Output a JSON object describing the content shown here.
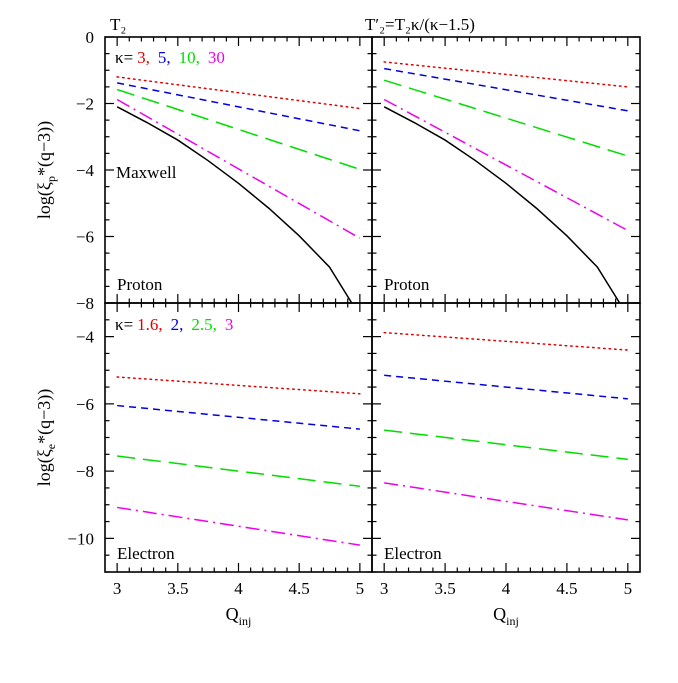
{
  "chart_data": {
    "type": "line",
    "layout": "2x2 panel grid, shared x axis",
    "x_label": "Q",
    "x_label_sub": "inj",
    "xlim": [
      2.9,
      5.1
    ],
    "x_ticks": [
      3,
      3.5,
      4,
      4.5,
      5
    ],
    "x_tick_labels": [
      "3",
      "3.5",
      "4",
      "4.5",
      "5"
    ],
    "column_titles": [
      "T₂",
      "T′₂=T₂κ/(κ−1.5)"
    ],
    "rows": [
      {
        "ylabel_prefix": "log(ξ",
        "ylabel_sub": "p",
        "ylabel_suffix": "*(q−3))",
        "ylim": [
          -8,
          0
        ],
        "y_ticks": [
          0,
          -2,
          -4,
          -6,
          -8
        ],
        "y_tick_labels": [
          "0",
          "−2",
          "−4",
          "−6",
          "−8"
        ],
        "panel_label": "Proton",
        "kappa_prefix": "κ=",
        "kappa_values": [
          "3,",
          "5,",
          "10,",
          "30"
        ],
        "maxwell_label": "Maxwell"
      },
      {
        "ylabel_prefix": "log(ξ",
        "ylabel_sub": "e",
        "ylabel_suffix": "*(q−3))",
        "ylim": [
          -11,
          -3
        ],
        "y_ticks": [
          -4,
          -6,
          -8,
          -10
        ],
        "y_tick_labels": [
          "−4",
          "−6",
          "−8",
          "−10"
        ],
        "panel_label": "Electron",
        "kappa_prefix": "κ=",
        "kappa_values": [
          "1.6,",
          "2,",
          "2.5,",
          "3"
        ]
      }
    ],
    "panels": [
      {
        "row": 0,
        "col": 0,
        "series": [
          {
            "color": "#e00000",
            "dash": "dotted",
            "points": [
              [
                3,
                -1.2
              ],
              [
                5,
                -2.15
              ]
            ]
          },
          {
            "color": "#0000e0",
            "dash": "short-dash",
            "points": [
              [
                3,
                -1.38
              ],
              [
                5,
                -2.82
              ]
            ]
          },
          {
            "color": "#00dd00",
            "dash": "long-dash",
            "points": [
              [
                3,
                -1.58
              ],
              [
                5,
                -3.98
              ]
            ]
          },
          {
            "color": "#ee00ee",
            "dash": "dash-dot",
            "points": [
              [
                3,
                -1.88
              ],
              [
                5,
                -6.05
              ]
            ]
          },
          {
            "color": "#000000",
            "dash": "solid",
            "points": [
              [
                3,
                -2.1
              ],
              [
                3.25,
                -2.58
              ],
              [
                3.5,
                -3.1
              ],
              [
                3.75,
                -3.72
              ],
              [
                4,
                -4.4
              ],
              [
                4.25,
                -5.15
              ],
              [
                4.5,
                -5.98
              ],
              [
                4.75,
                -6.92
              ],
              [
                4.93,
                -7.98
              ]
            ]
          }
        ]
      },
      {
        "row": 0,
        "col": 1,
        "series": [
          {
            "color": "#e00000",
            "dash": "dotted",
            "points": [
              [
                3,
                -0.75
              ],
              [
                5,
                -1.5
              ]
            ]
          },
          {
            "color": "#0000e0",
            "dash": "short-dash",
            "points": [
              [
                3,
                -0.95
              ],
              [
                5,
                -2.22
              ]
            ]
          },
          {
            "color": "#00dd00",
            "dash": "long-dash",
            "points": [
              [
                3,
                -1.3
              ],
              [
                5,
                -3.58
              ]
            ]
          },
          {
            "color": "#ee00ee",
            "dash": "dash-dot",
            "points": [
              [
                3,
                -1.88
              ],
              [
                5,
                -5.82
              ]
            ]
          },
          {
            "color": "#000000",
            "dash": "solid",
            "points": [
              [
                3,
                -2.1
              ],
              [
                3.25,
                -2.58
              ],
              [
                3.5,
                -3.1
              ],
              [
                3.75,
                -3.72
              ],
              [
                4,
                -4.4
              ],
              [
                4.25,
                -5.15
              ],
              [
                4.5,
                -5.98
              ],
              [
                4.75,
                -6.92
              ],
              [
                4.93,
                -7.98
              ]
            ]
          }
        ]
      },
      {
        "row": 1,
        "col": 0,
        "series": [
          {
            "color": "#e00000",
            "dash": "dotted",
            "points": [
              [
                3,
                -5.2
              ],
              [
                5,
                -5.7
              ]
            ]
          },
          {
            "color": "#0000e0",
            "dash": "short-dash",
            "points": [
              [
                3,
                -6.05
              ],
              [
                5,
                -6.75
              ]
            ]
          },
          {
            "color": "#00dd00",
            "dash": "long-dash",
            "points": [
              [
                3,
                -7.55
              ],
              [
                5,
                -8.45
              ]
            ]
          },
          {
            "color": "#ee00ee",
            "dash": "dash-dot",
            "points": [
              [
                3,
                -9.08
              ],
              [
                5,
                -10.2
              ]
            ]
          }
        ]
      },
      {
        "row": 1,
        "col": 1,
        "series": [
          {
            "color": "#e00000",
            "dash": "dotted",
            "points": [
              [
                3,
                -3.88
              ],
              [
                5,
                -4.4
              ]
            ]
          },
          {
            "color": "#0000e0",
            "dash": "short-dash",
            "points": [
              [
                3,
                -5.15
              ],
              [
                5,
                -5.85
              ]
            ]
          },
          {
            "color": "#00dd00",
            "dash": "long-dash",
            "points": [
              [
                3,
                -6.78
              ],
              [
                5,
                -7.65
              ]
            ]
          },
          {
            "color": "#ee00ee",
            "dash": "dash-dot",
            "points": [
              [
                3,
                -8.35
              ],
              [
                5,
                -9.45
              ]
            ]
          }
        ]
      }
    ],
    "series_colors": [
      "#e00000",
      "#0000e0",
      "#00dd00",
      "#ee00ee",
      "#000000"
    ],
    "grid": false
  }
}
